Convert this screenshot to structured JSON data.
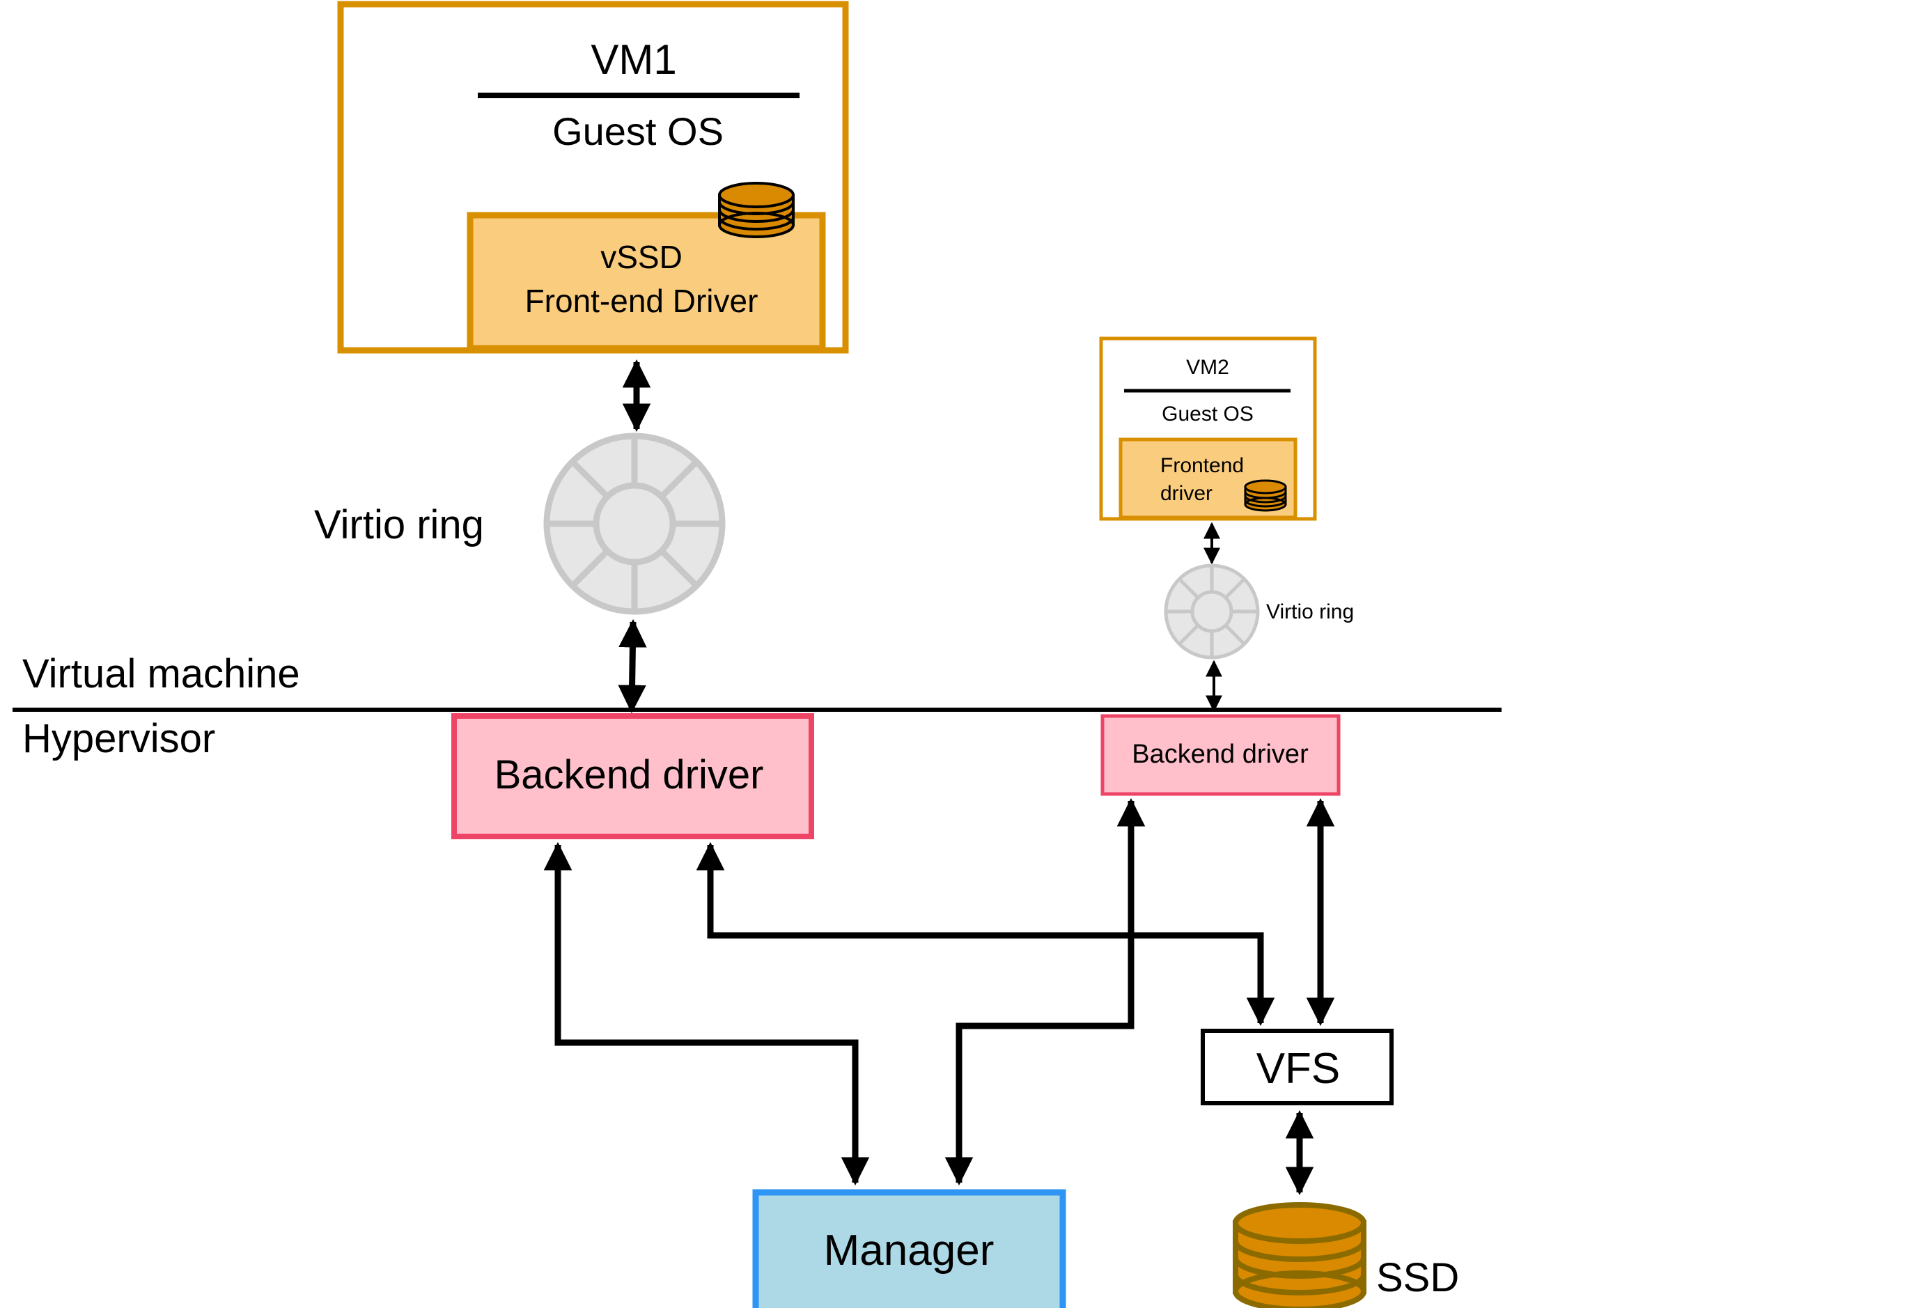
{
  "vm1": {
    "title": "VM1",
    "subtitle": "Guest OS",
    "driver_line1": "vSSD",
    "driver_line2": "Front-end Driver",
    "icon": "disk-stack-icon"
  },
  "vm2": {
    "title": "VM2",
    "subtitle": "Guest OS",
    "driver_line1": "Frontend",
    "driver_line2": "driver",
    "icon": "disk-stack-icon"
  },
  "virtio_ring_1": {
    "label": "Virtio ring"
  },
  "virtio_ring_2": {
    "label": "Virtio ring"
  },
  "layers": {
    "upper": "Virtual machine",
    "lower": "Hypervisor"
  },
  "backend_1": {
    "label": "Backend driver"
  },
  "backend_2": {
    "label": "Backend driver"
  },
  "manager": {
    "label": "Manager"
  },
  "vfs": {
    "label": "VFS"
  },
  "ssd": {
    "label": "SSD",
    "icon": "disk-stack-icon"
  },
  "colors": {
    "vm_border": "#D89000",
    "driver_fill": "#F9CD7D",
    "disk_fill": "#D98A00",
    "backend_fill": "#FFC0CB",
    "backend_border": "#EE4466",
    "manager_fill": "#ADD8E6",
    "manager_border": "#2E95F4",
    "ring_fill": "#E6E6E6",
    "ring_stroke": "#C8C8C8"
  }
}
